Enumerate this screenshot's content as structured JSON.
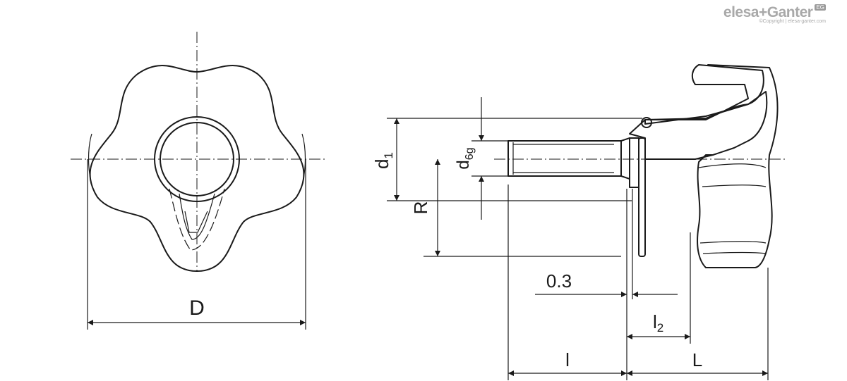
{
  "logo": {
    "brand": "elesa+Ganter",
    "badge": "EG",
    "copyright": "©Copyright | elesa-ganter.com"
  },
  "dimensions": {
    "D": "D",
    "d1": "d",
    "d1_sub": "1",
    "d6g": "d",
    "d6g_sub": "6g",
    "R": "R",
    "gap": "0.3",
    "l2": "l",
    "l2_sub": "2",
    "l": "l",
    "L": "L"
  }
}
